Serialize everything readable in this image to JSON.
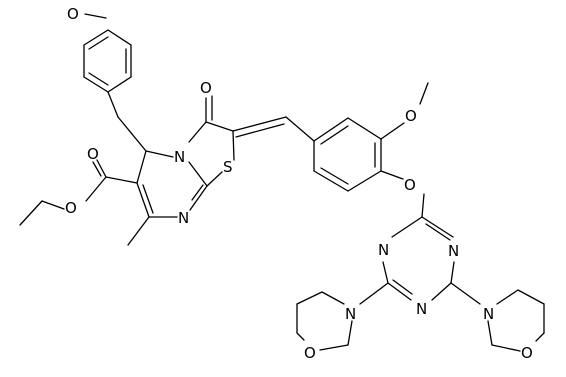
{
  "structure": {
    "atoms": [
      {
        "id": "O_methoxy_top",
        "label": "O"
      },
      {
        "id": "O_ketone",
        "label": "O"
      },
      {
        "id": "N_ring",
        "label": "N"
      },
      {
        "id": "S_thiazole",
        "label": "S"
      },
      {
        "id": "O_ester_carbonyl",
        "label": "O"
      },
      {
        "id": "O_ester_ether",
        "label": "O"
      },
      {
        "id": "N_pyrimidine",
        "label": "N"
      },
      {
        "id": "O_methoxy_right",
        "label": "O"
      },
      {
        "id": "O_aryl_ether",
        "label": "O"
      },
      {
        "id": "N_triazine_top",
        "label": "N"
      },
      {
        "id": "N_triazine_left",
        "label": "N"
      },
      {
        "id": "N_triazine_right",
        "label": "N"
      },
      {
        "id": "N_morpholine_left",
        "label": "N"
      },
      {
        "id": "N_morpholine_right",
        "label": "N"
      },
      {
        "id": "O_morpholine_left",
        "label": "O"
      },
      {
        "id": "O_morpholine_right",
        "label": "O"
      }
    ]
  }
}
